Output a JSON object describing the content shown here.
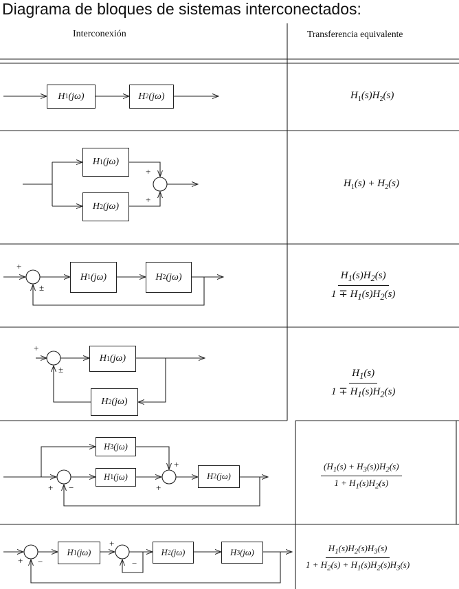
{
  "title": "Diagrama de bloques de sistemas interconectados:",
  "headers": {
    "left": "Interconexión",
    "right": "Transferencia equivalente"
  },
  "rows": [
    {
      "diagram": "cascade",
      "blocks": [
        "H1(jω)",
        "H2(jω)"
      ],
      "transfer": "H1(s)H2(s)"
    },
    {
      "diagram": "parallel",
      "blocks": [
        "H1(jω)",
        "H2(jω)"
      ],
      "signs": [
        "+",
        "+"
      ],
      "transfer": "H1(s) + H2(s)"
    },
    {
      "diagram": "feedback-cascade",
      "blocks": [
        "H1(jω)",
        "H2(jω)"
      ],
      "signs": [
        "+",
        "±"
      ],
      "transfer_num": "H1(s)H2(s)",
      "transfer_den": "1 ∓ H1(s)H2(s)"
    },
    {
      "diagram": "feedback-loop",
      "blocks": [
        "H1(jω)",
        "H2(jω)"
      ],
      "signs": [
        "+",
        "±"
      ],
      "transfer_num": "H1(s)",
      "transfer_den": "1 ∓ H1(s)H2(s)"
    },
    {
      "diagram": "feedforward-feedback",
      "blocks": [
        "H3(jω)",
        "H1(jω)",
        "H2(jω)"
      ],
      "signs": [
        "+",
        "−",
        "+",
        "+"
      ],
      "transfer_num": "(H1(s) + H3(s))H2(s)",
      "transfer_den": "1 + H1(s)H2(s)"
    },
    {
      "diagram": "nested-feedback",
      "blocks": [
        "H1(jω)",
        "H2(jω)",
        "H3(jω)"
      ],
      "signs": [
        "+",
        "−",
        "+",
        "−"
      ],
      "transfer_num": "H1(s)H2(s)H3(s)",
      "transfer_den": "1 + H2(s) + H1(s)H2(s)H3(s)"
    }
  ]
}
